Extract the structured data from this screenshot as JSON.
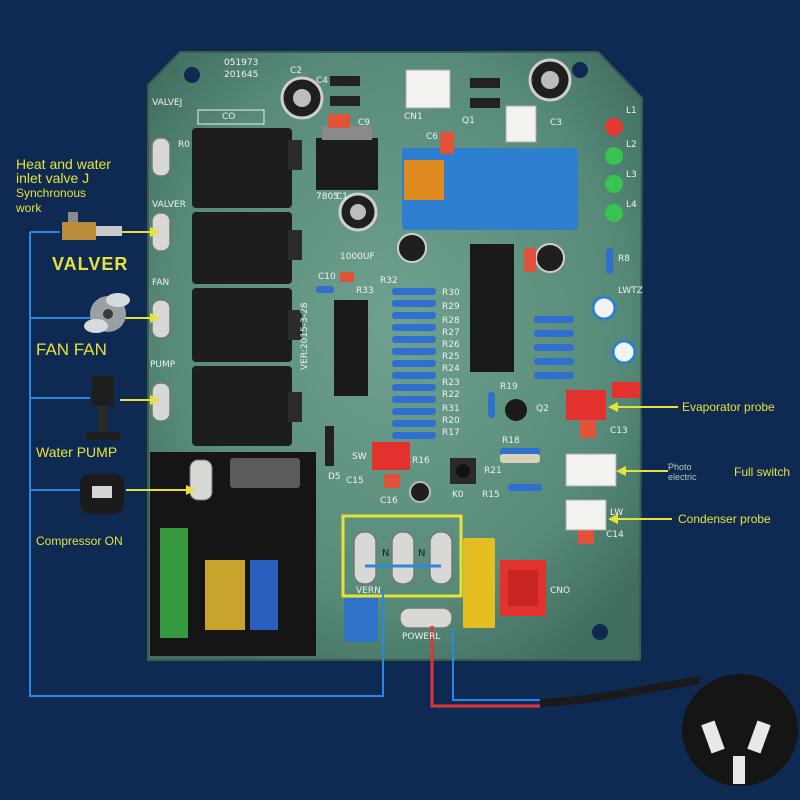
{
  "board": {
    "serial_1": "051973",
    "serial_2": "201645",
    "version": "VER:2015-3-28",
    "regulator": "7805"
  },
  "annotations": {
    "heat_1": "Heat and water",
    "heat_2": "inlet valve J",
    "sync_1": "Synchronous",
    "sync_2": "work",
    "valver": "VALVER",
    "fan": "FAN FAN",
    "pump": "Water PUMP",
    "compressor": "Compressor ON",
    "evaporator": "Evaporator probe",
    "photo_1": "Photo",
    "photo_2": "electric",
    "full_switch": "Full switch",
    "condenser": "Condenser probe"
  },
  "connectors": {
    "valvej": "VALVEJ",
    "valver": "VALVER",
    "fan": "FAN",
    "pump": "PUMP",
    "power": "POWERL",
    "cno": "CNO",
    "cn1": "CN1",
    "sw": "SW",
    "lw": "LW",
    "n1": "N",
    "n2": "N",
    "vern": "VERN"
  },
  "parts": {
    "c2": "C2",
    "c3": "C3",
    "c4": "C4",
    "c6": "C6",
    "c9": "C9",
    "c10": "C10",
    "c13": "C13",
    "c14": "C14",
    "c15": "C15",
    "c16": "C16",
    "c1": "C1",
    "q1": "Q1",
    "q2": "Q2",
    "k0": "K0",
    "cap_value": "1000UF",
    "r0": "R0",
    "r8": "R8",
    "r15": "R15",
    "r16": "R16",
    "r17": "R17",
    "r18": "R18",
    "r19": "R19",
    "r20": "R20",
    "r21": "R21",
    "r22": "R22",
    "r23": "R23",
    "r24": "R24",
    "r25": "R25",
    "r26": "R26",
    "r27": "R27",
    "r28": "R28",
    "r29": "R29",
    "r30": "R30",
    "r31": "R31",
    "r32": "R32",
    "r33": "R33",
    "d5": "D5",
    "co": "CO",
    "lwtz": "LWTZ",
    "l1": "L1",
    "l2": "L2",
    "l3": "L3",
    "l4": "L4"
  },
  "colors": {
    "background": "#0f2a52",
    "pcb": "#5b8f7e",
    "annotation_text": "#e6e23a",
    "wire_blue": "#2f86e0",
    "wire_red": "#e0343a",
    "relay": "#1d1d1f",
    "highlight_box": "#e6e23a"
  }
}
